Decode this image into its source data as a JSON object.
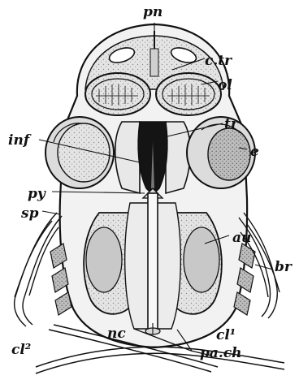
{
  "figure": {
    "labels": {
      "pn": "pn",
      "ctr": "c.tr",
      "ol": "ol",
      "tr": "tr",
      "inf": "inf",
      "e": "e",
      "py": "py",
      "sp": "sp",
      "au": "au",
      "br": "br",
      "cl2": "cl²",
      "nc": "nc",
      "cl1": "cl¹",
      "pach": "pa.ch"
    },
    "colors": {
      "ink": "#111111",
      "paper": "#ffffff",
      "tissue": "#e6e6e6",
      "lobe": "#c9c9c9",
      "dark": "#1a1a1a"
    }
  }
}
